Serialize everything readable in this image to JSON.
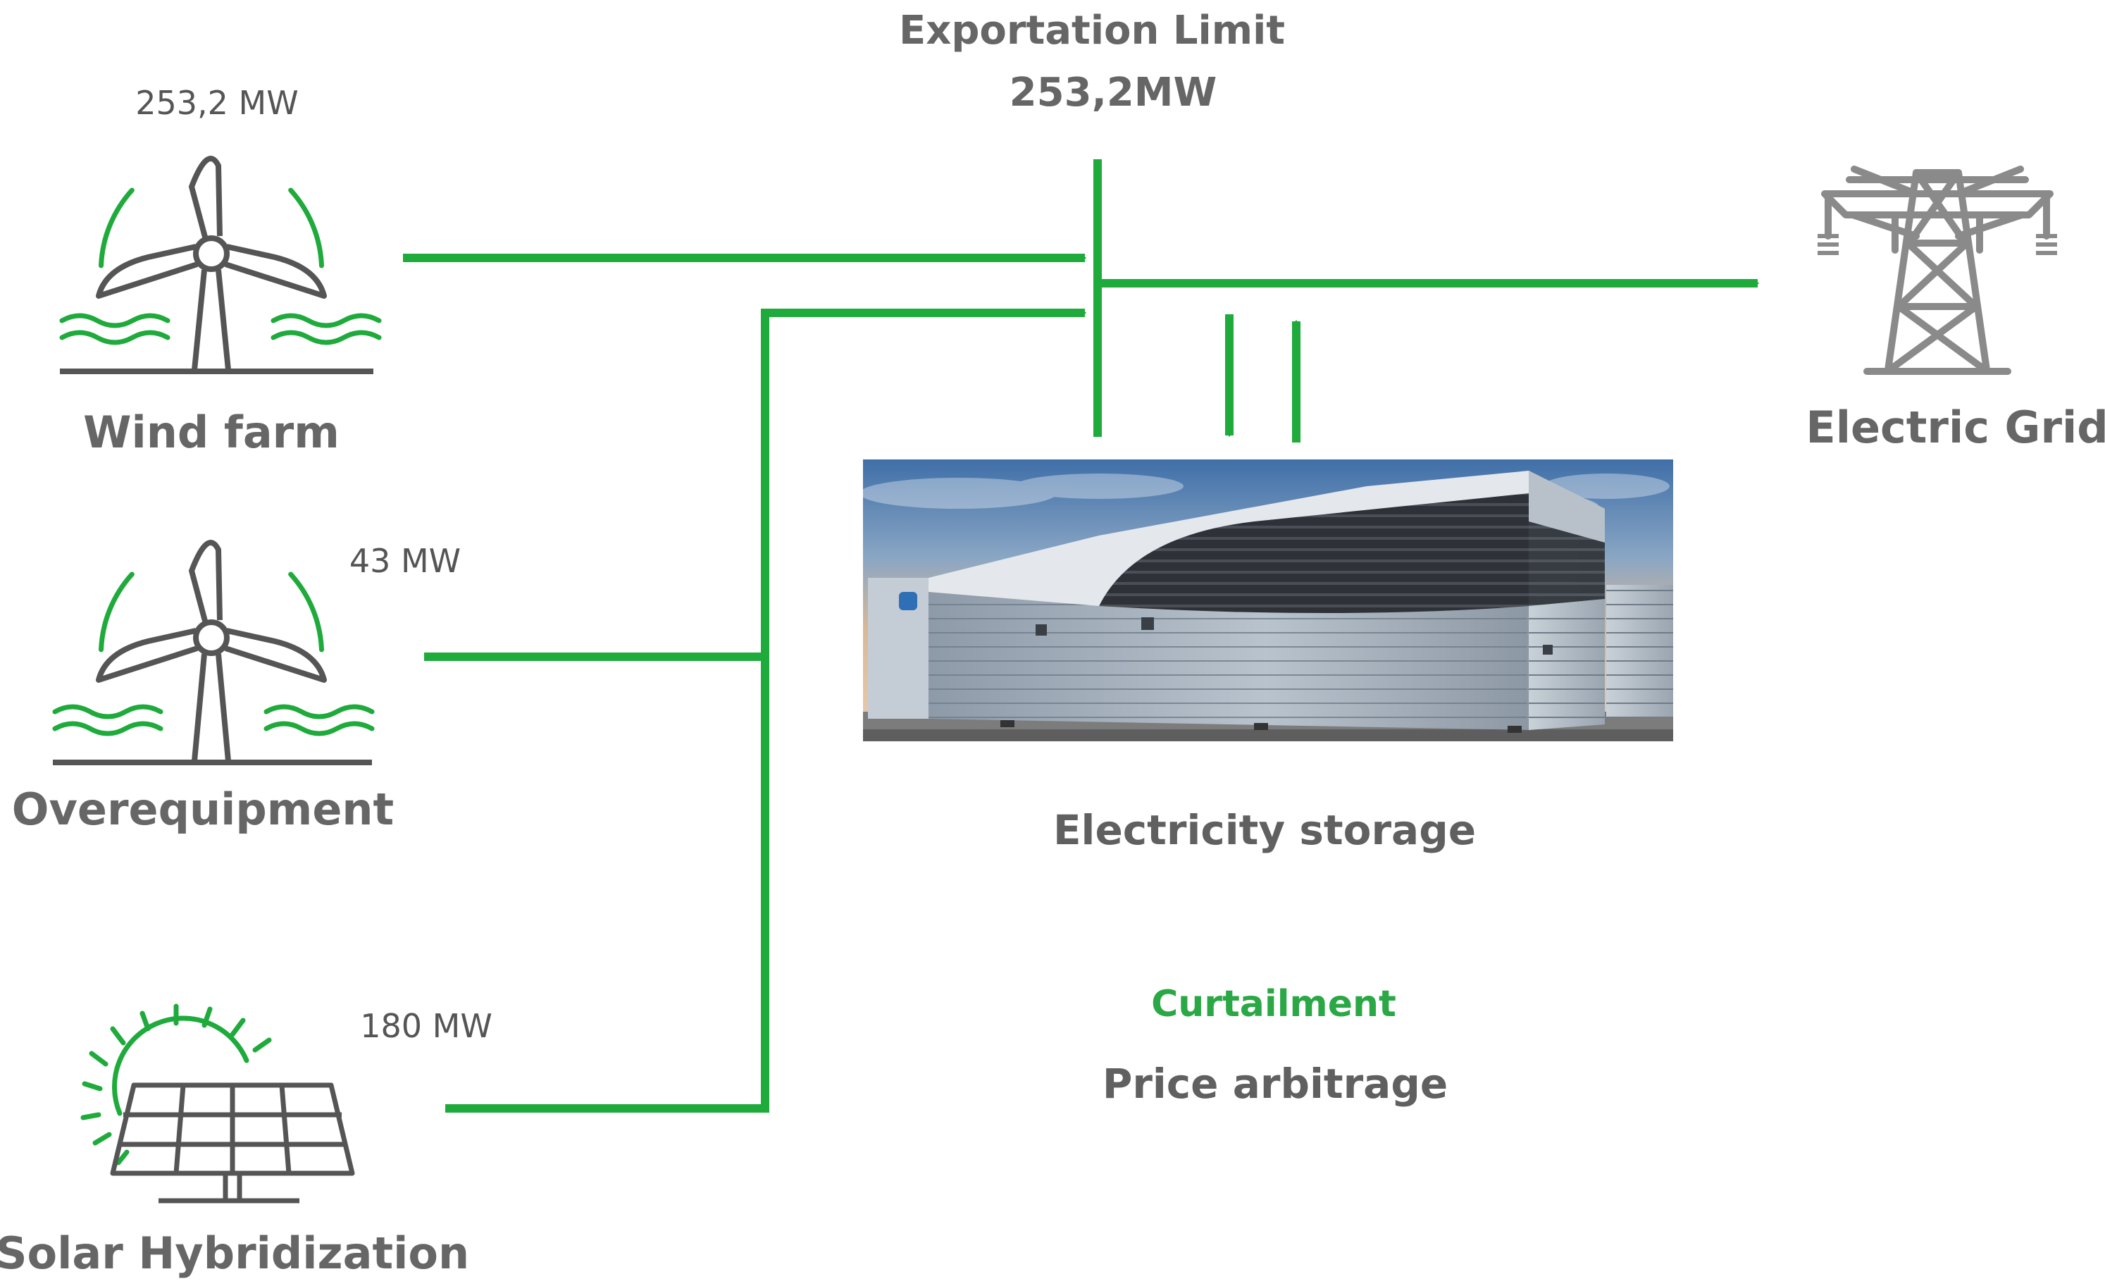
{
  "colors": {
    "flow": "#1faa3c",
    "icon_gray": "#555555",
    "label_gray": "#666666",
    "accent_green": "#2aa845"
  },
  "export_limit": {
    "title": "Exportation Limit",
    "value": "253,2MW"
  },
  "sources": [
    {
      "id": "wind",
      "label": "Wind farm",
      "power": "253,2 MW",
      "icon": "wind-turbine-icon"
    },
    {
      "id": "over",
      "label": "Overequipment",
      "power": "43 MW",
      "icon": "wind-turbine-icon"
    },
    {
      "id": "solar",
      "label": "Solar Hybridization",
      "power": "180 MW",
      "icon": "solar-panel-icon"
    }
  ],
  "grid": {
    "label": "Electric Grid",
    "icon": "transmission-tower-icon"
  },
  "storage": {
    "label": "Electricity storage",
    "image": "battery-container-photo",
    "uses": [
      "Curtailment",
      "Price arbitrage"
    ]
  }
}
